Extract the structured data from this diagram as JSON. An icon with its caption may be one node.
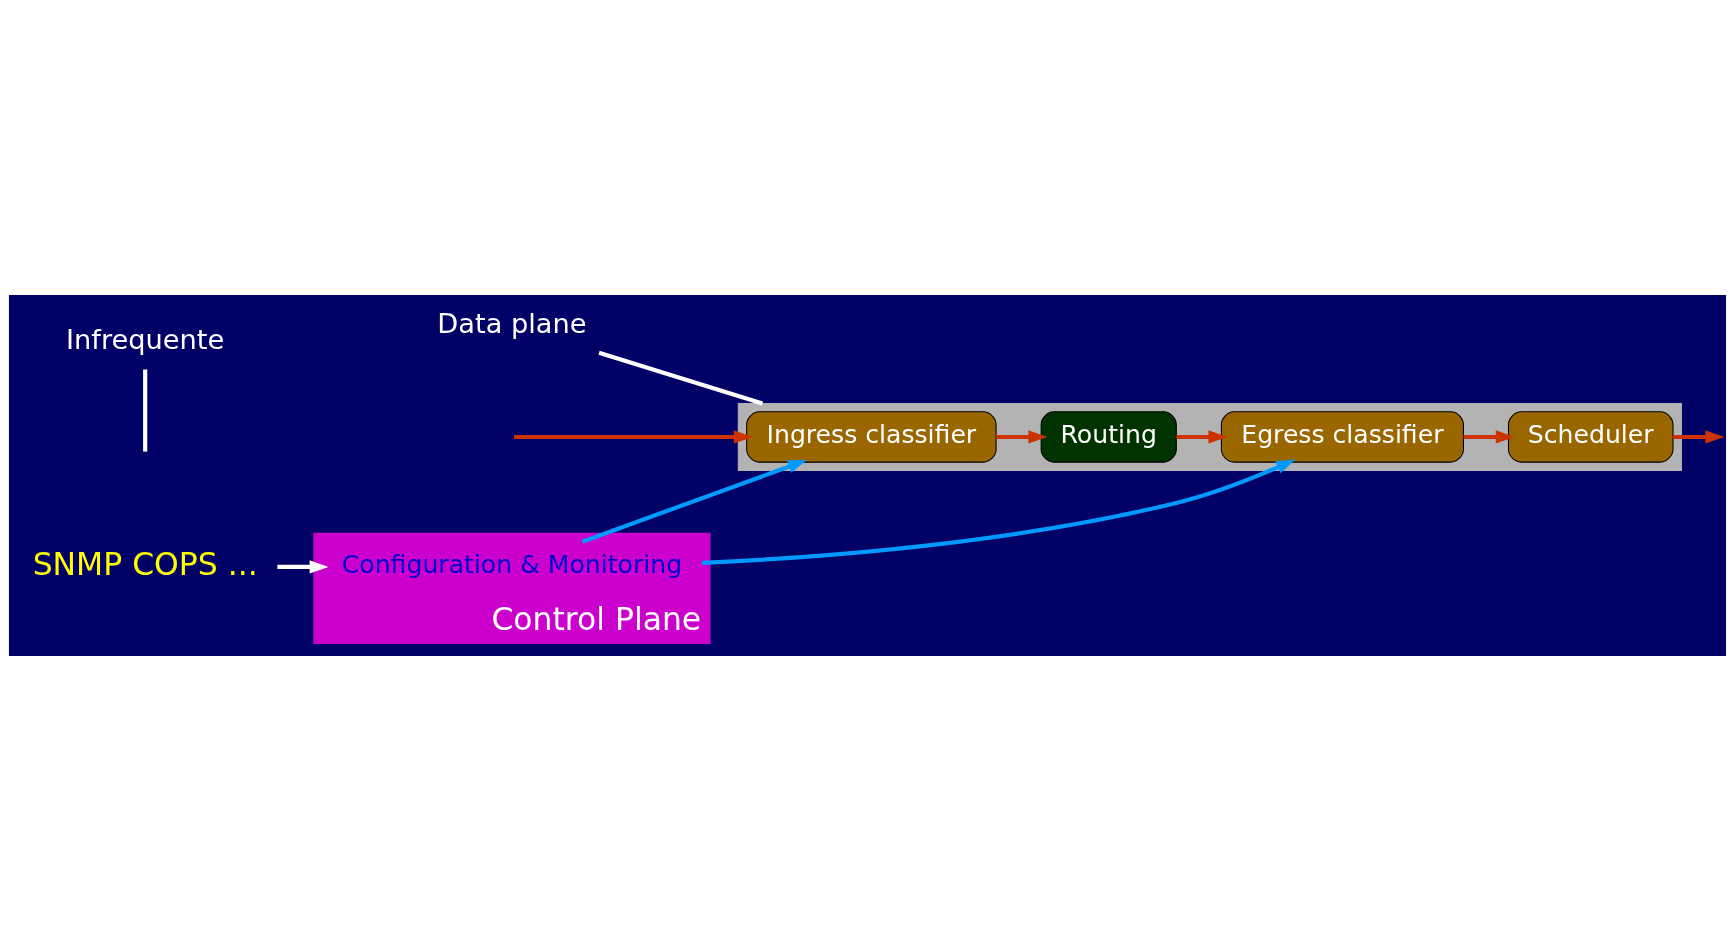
{
  "diagram": {
    "nodes": [
      {
        "text": [
          "SNMP COPS ..."
        ]
      },
      {
        "text": [
          "Control Plane"
        ]
      },
      {
        "text": [
          "Configuration & Monitoring"
        ],
        "in": 1
      },
      {
        "text": [
          "Infrequente"
        ]
      },
      {
        "text": [],
        "shape": "box"
      },
      {
        "text": [
          "Ingress classifier"
        ],
        "in": 4
      },
      {
        "text": [
          "Routing"
        ],
        "in": 4
      },
      {
        "text": [
          "Egress classifier"
        ],
        "in": 4
      },
      {
        "text": [
          "Scheduler"
        ],
        "in": 4
      },
      {
        "text": [
          "Data plane"
        ]
      }
    ],
    "edges": [
      {
        "from": 0,
        "to": 2,
        "arrow": "to",
        "color": "#ffffff"
      },
      {
        "from": 2,
        "to": 5,
        "arrow": "to",
        "color": "#0099ff"
      },
      {
        "from": 2,
        "to": 7,
        "arrow": "to",
        "color": "#0099ff"
      },
      {
        "from": null,
        "to": 5,
        "arrow": "to"
      },
      {
        "from": 5,
        "to": 6,
        "arrow": "to"
      },
      {
        "from": 6,
        "to": 7,
        "arrow": "to"
      },
      {
        "from": 7,
        "to": 8,
        "arrow": "to"
      },
      {
        "from": 8,
        "to": null,
        "arrow": "to"
      },
      {
        "from": 3,
        "to": null,
        "arrow": "none",
        "color": "#ffffff"
      },
      {
        "from": 9,
        "to": 4,
        "arrow": "none",
        "color": "#ffffff"
      }
    ]
  }
}
